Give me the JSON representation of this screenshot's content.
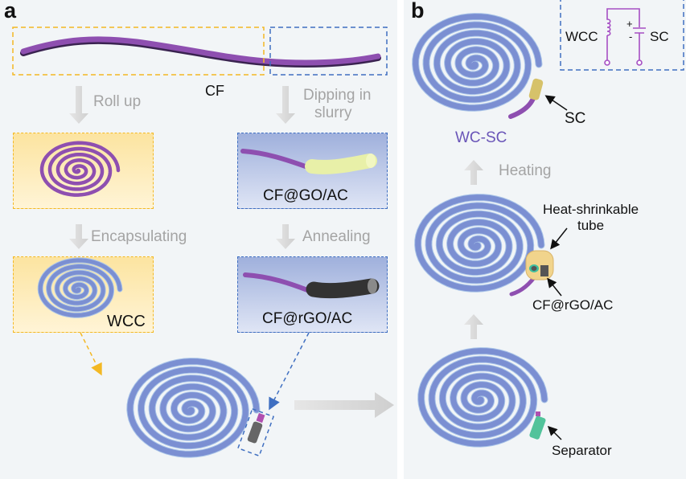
{
  "panel_a": {
    "label": "a",
    "fiber_label": "CF",
    "steps": {
      "roll_up": "Roll up",
      "dipping": "Dipping in slurry",
      "dipping_line1": "Dipping in",
      "dipping_line2": "slurry",
      "encapsulating": "Encapsulating",
      "annealing": "Annealing"
    },
    "products": {
      "wcc": "WCC",
      "cf_go_ac": "CF@GO/AC",
      "cf_rgo_ac": "CF@rGO/AC"
    }
  },
  "panel_b": {
    "label": "b",
    "device_name": "WC-SC",
    "callouts": {
      "sc": "SC",
      "heat_shrinkable_line1": "Heat-shrinkable",
      "heat_shrinkable_line2": "tube",
      "cf_rgo_ac": "CF@rGO/AC",
      "separator": "Separator"
    },
    "steps": {
      "heating": "Heating"
    },
    "circuit": {
      "inductor_label": "WCC",
      "capacitor_label": "SC",
      "plus": "+",
      "minus": "-"
    }
  },
  "colors": {
    "fiber_purple": "#8e4fb0",
    "coil_blue": "#7b8fd2",
    "yellow_box_border": "#f3b824",
    "blue_box_border": "#3f6fc1",
    "step_arrow_gray": "#d8d8d8",
    "step_text_gray": "#a4a4a4",
    "device_name_purple": "#6a55b8",
    "separator_green": "#52c39b"
  }
}
